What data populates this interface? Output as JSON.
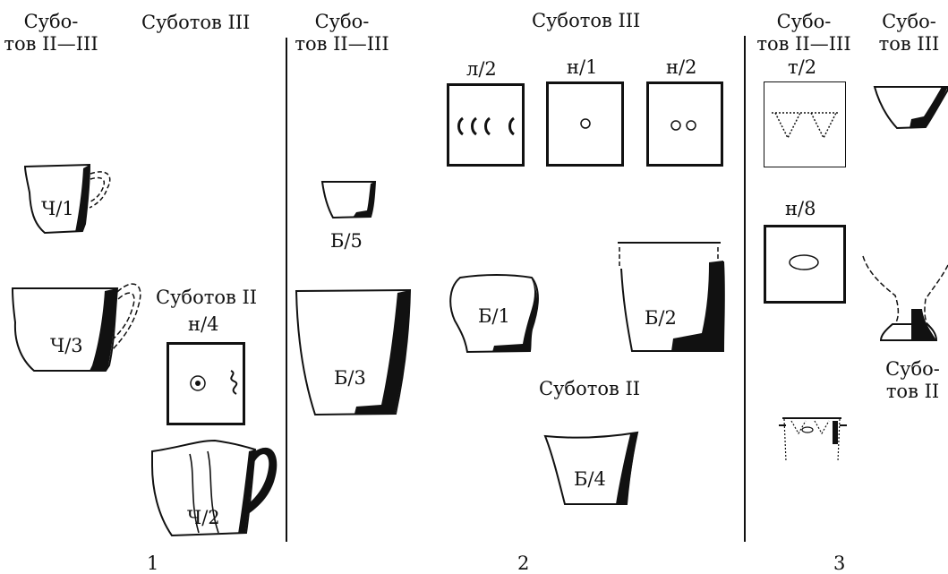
{
  "group1": {
    "heading_left": [
      "Субо-",
      "тов II—III"
    ],
    "heading_right": "Суботов III",
    "sub_heading": "Суботов II",
    "ornament_code": "н/4",
    "vessels": [
      "Ч/1",
      "Ч/3",
      "Ч/2"
    ],
    "number": "1"
  },
  "group2": {
    "heading_left": [
      "Субо-",
      "тов II—III"
    ],
    "heading_right": "Суботов III",
    "sub_heading": "Суботов II",
    "ornament_codes": [
      "л/2",
      "н/1",
      "н/2"
    ],
    "vessels": [
      "Б/5",
      "Б/3",
      "Б/1",
      "Б/2",
      "Б/4"
    ],
    "number": "2"
  },
  "group3": {
    "heading_left": [
      "Субо-",
      "тов II—III"
    ],
    "heading_right": [
      "Субо-",
      "тов III"
    ],
    "ornament_codes": [
      "т/2",
      "н/8"
    ],
    "side_label": [
      "Субо-",
      "тов II"
    ],
    "number": "3"
  }
}
